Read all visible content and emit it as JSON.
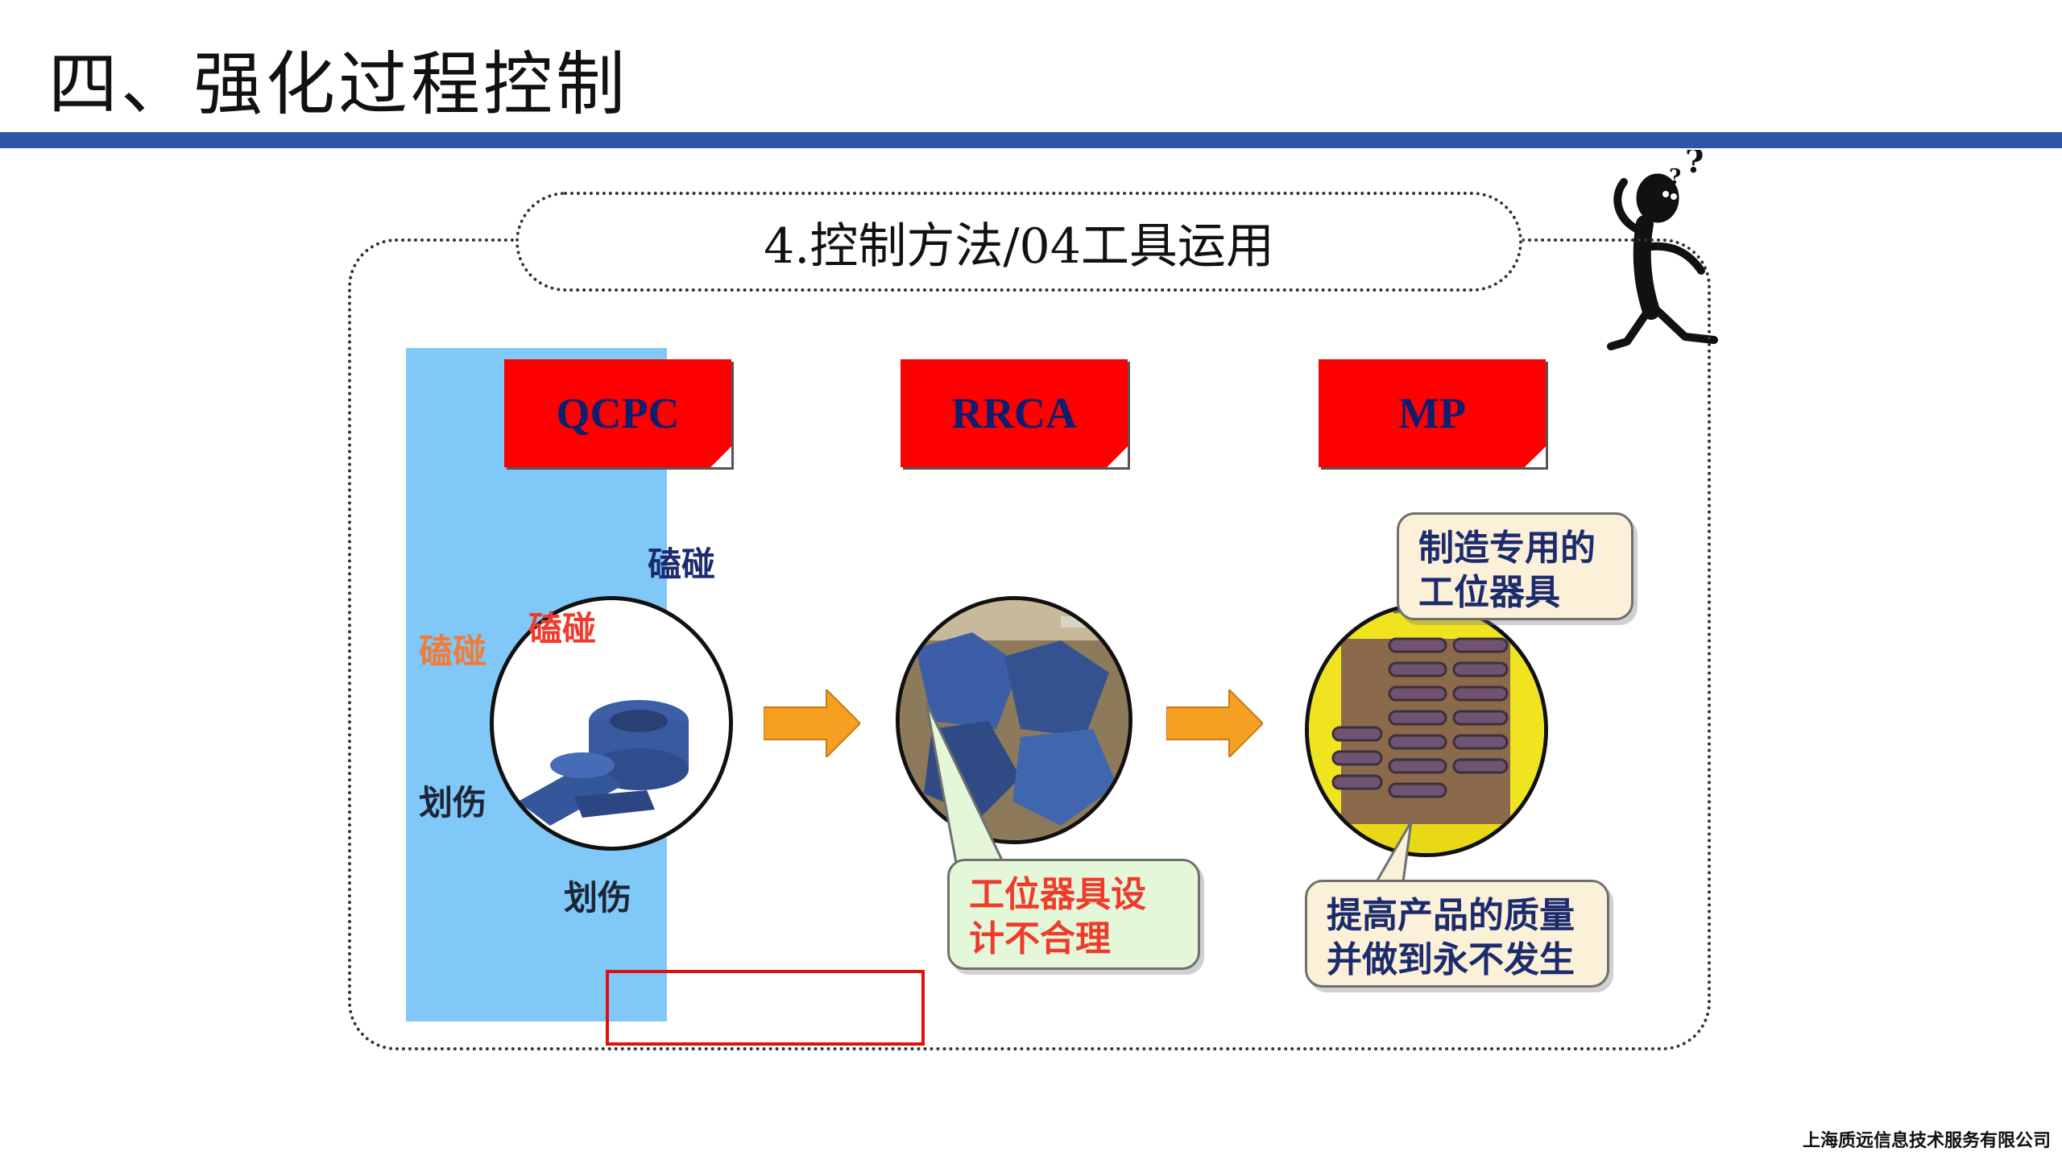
{
  "slide": {
    "title": "四、强化过程控制"
  },
  "section": {
    "heading": "4.控制方法/04工具运用"
  },
  "cards": [
    {
      "label": "QCPC"
    },
    {
      "label": "RRCA"
    },
    {
      "label": "MP"
    }
  ],
  "defects": {
    "top_right": "磕碰",
    "left_orange": "磕碰",
    "red_inner": "磕碰",
    "left_scratch": "划伤",
    "bottom_scratch": "划伤"
  },
  "callouts": {
    "cause": {
      "line1": "工位器具设",
      "line2": "计不合理"
    },
    "special_fixture": {
      "line1": "制造专用的",
      "line2": "工位器具"
    },
    "improve": {
      "line1": "提高产品的质量",
      "line2": "并做到永不发生"
    }
  },
  "icons": [
    "arrow-right-icon",
    "thinking-figure-icon"
  ],
  "colors": {
    "rule_blue": "#2e55a3",
    "card_red": "#ff0000",
    "panel_blue": "#7fc8f8",
    "arrow_orange": "#f5a021",
    "callout_green": "#e4f8d9",
    "callout_cream": "#fbf0d8"
  },
  "footer": {
    "company": "上海质远信息技术服务有限公司"
  }
}
